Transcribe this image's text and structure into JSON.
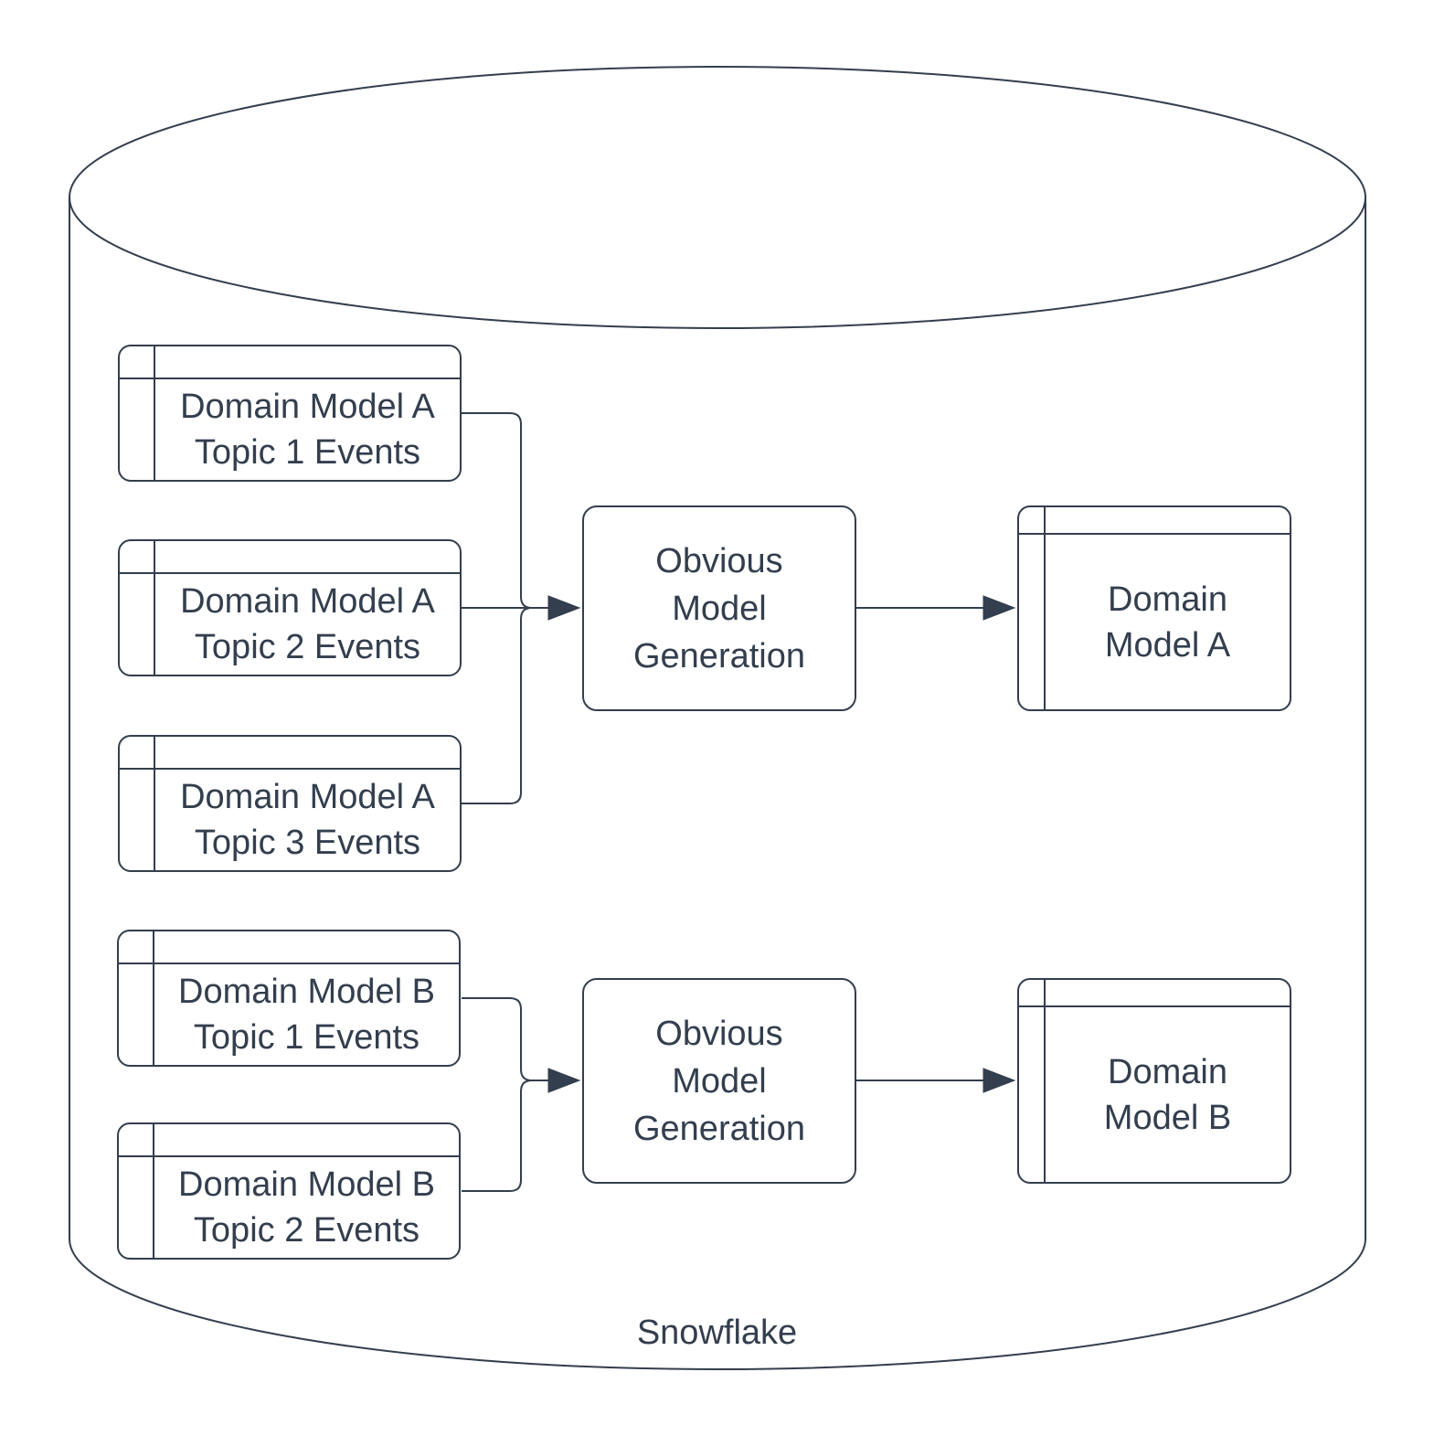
{
  "diagram": {
    "database": {
      "label": "Snowflake"
    },
    "event_tables": [
      {
        "label": "Domain Model A\nTopic 1 Events"
      },
      {
        "label": "Domain Model A\nTopic 2 Events"
      },
      {
        "label": "Domain Model A\nTopic 3 Events"
      },
      {
        "label": "Domain Model B\nTopic 1 Events"
      },
      {
        "label": "Domain Model B\nTopic 2 Events"
      }
    ],
    "processes": [
      {
        "label": "Obvious\nModel\nGeneration"
      },
      {
        "label": "Obvious\nModel\nGeneration"
      }
    ],
    "outputs": [
      {
        "label": "Domain\nModel A"
      },
      {
        "label": "Domain\nModel B"
      }
    ],
    "colors": {
      "stroke": "#333E4E",
      "text": "#333E4E",
      "background": "#FFFFFF"
    }
  }
}
